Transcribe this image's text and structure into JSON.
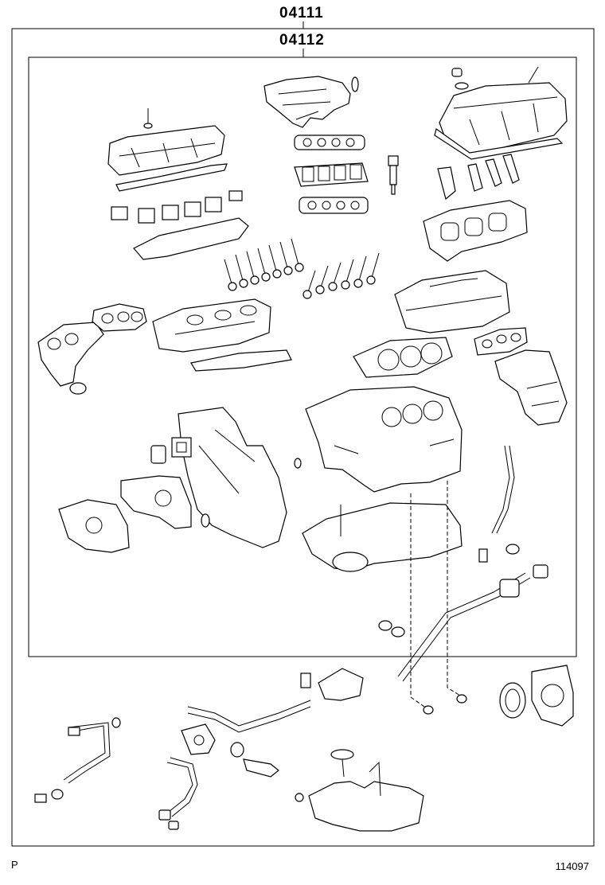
{
  "assembly_labels": {
    "outer": "04111",
    "inner": "04112"
  },
  "footer": {
    "left_code": "P",
    "right_code": "114097"
  },
  "colors": {
    "line": "#000000",
    "background": "#ffffff"
  }
}
